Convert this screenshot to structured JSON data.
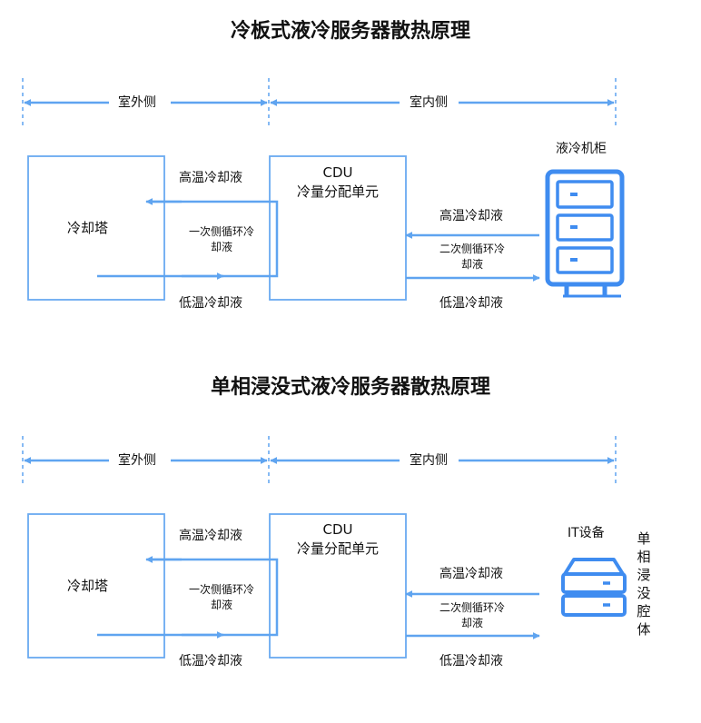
{
  "colors": {
    "line": "#5fa4f0",
    "box": "#6aaaf0",
    "icon": "#3f8cf0"
  },
  "d1": {
    "title": "冷板式液冷服务器散热原理",
    "outdoor": "室外侧",
    "indoor": "室内侧",
    "tower": "冷却塔",
    "cdu_line1": "CDU",
    "cdu_line2": "冷量分配单元",
    "left_hot": "高温冷却液",
    "left_loop_1": "一次侧循环冷",
    "left_loop_2": "却液",
    "left_cold": "低温冷却液",
    "right_hot": "高温冷却液",
    "right_loop_1": "二次侧循环冷",
    "right_loop_2": "却液",
    "right_cold": "低温冷却液",
    "device_label": "液冷机柜",
    "device_icon": "server-cabinet-icon"
  },
  "d2": {
    "title": "单相浸没式液冷服务器散热原理",
    "outdoor": "室外侧",
    "indoor": "室内侧",
    "tower": "冷却塔",
    "cdu_line1": "CDU",
    "cdu_line2": "冷量分配单元",
    "left_hot": "高温冷却液",
    "left_loop_1": "一次侧循环冷",
    "left_loop_2": "却液",
    "left_cold": "低温冷却液",
    "right_hot": "高温冷却液",
    "right_loop_1": "二次侧循环冷",
    "right_loop_2": "却液",
    "right_cold": "低温冷却液",
    "device_label": "IT设备",
    "device_icon": "server-rack-icon",
    "chamber_label": "单相浸没腔体"
  }
}
